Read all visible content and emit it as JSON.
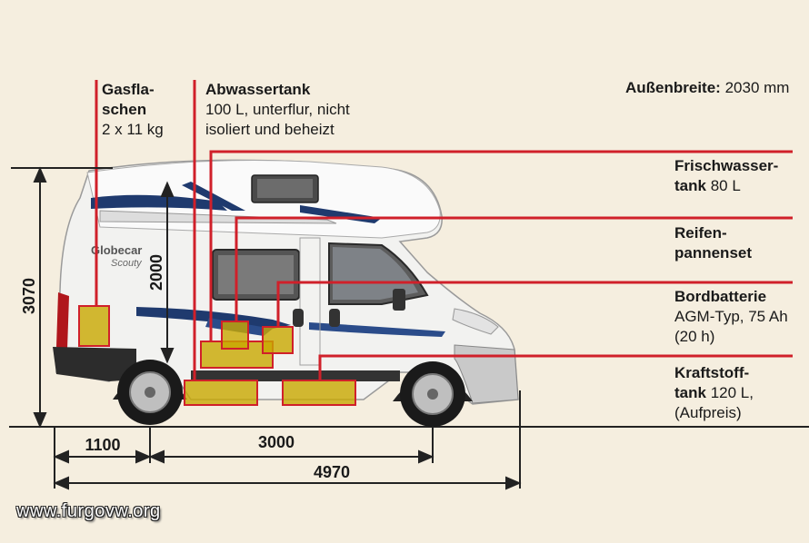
{
  "labels": {
    "gas": {
      "title": "Gasfla-",
      "title2": "schen",
      "detail": "2 x 11 kg"
    },
    "wastewater": {
      "title": "Abwassertank",
      "line1": "100 L, unterflur, nicht",
      "line2": "isoliert und beheizt"
    },
    "width": {
      "title": "Außenbreite:",
      "value": "2030 mm"
    },
    "freshwater": {
      "title": "Frischwasser-",
      "title2": "tank",
      "value": "80 L"
    },
    "tyre": {
      "title": "Reifen-",
      "title2": "pannenset"
    },
    "battery": {
      "title": "Bordbatterie",
      "line1": "AGM-Typ, 75 Ah",
      "line2": "(20 h)"
    },
    "fuel": {
      "title": "Kraftstoff-",
      "title2": "tank",
      "value": "120 L,",
      "line2": "(Aufpreis)"
    }
  },
  "dimensions": {
    "height_total": "3070",
    "height_interior": "2000",
    "overhang_rear": "1100",
    "wheelbase": "3000",
    "length_total": "4970"
  },
  "vehicle": {
    "brand": "Globecar",
    "model": "Scouty"
  },
  "watermark": "www.furgovw.org",
  "colors": {
    "leader_line": "#d0202a",
    "tank_fill": "#c8a800",
    "background": "#f5eedf"
  }
}
